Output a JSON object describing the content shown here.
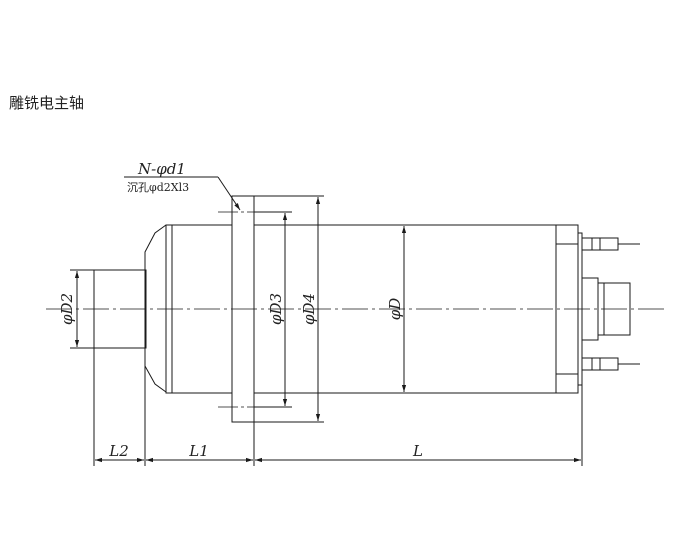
{
  "drawing": {
    "title": "雕铣电主轴",
    "hole_callout": {
      "line1": "N-φd1",
      "line2": "沉孔φd2Xl3"
    },
    "diameter_labels": {
      "d2": "φD2",
      "d3": "φD3",
      "d4": "φD4",
      "d": "φD"
    },
    "length_labels": {
      "l2": "L2",
      "l1": "L1",
      "l": "L"
    },
    "line_color": "#1a1a1a"
  }
}
